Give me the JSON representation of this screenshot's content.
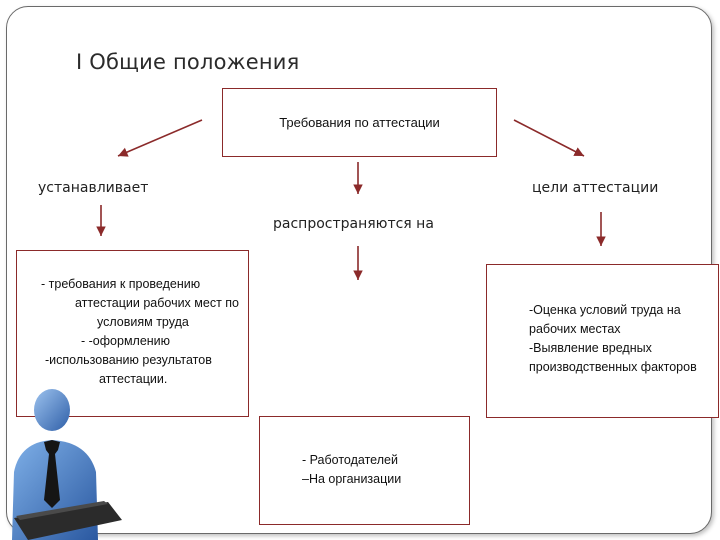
{
  "title": "I Общие положения",
  "top_box": {
    "text": "Требования по аттестации"
  },
  "labels": {
    "left": "устанавливает",
    "center": "распространяются на",
    "right": "цели аттестации"
  },
  "left_box": {
    "lines": [
      "-      требования к проведению",
      "аттестации рабочих мест по",
      "условиям труда",
      "-      -оформлению",
      "-использованию результатов",
      "аттестации."
    ]
  },
  "right_box": {
    "lines": [
      "-Оценка условий труда на",
      "рабочих местах",
      "-Выявление вредных",
      "производственных факторов"
    ]
  },
  "bottom_box": {
    "lines": [
      "- Работодателей",
      "–На организации"
    ]
  },
  "colors": {
    "border": "#8b2a2a",
    "arrow": "#8b2a2a",
    "figure": "#4a7fc4"
  },
  "icons": [
    "person-at-laptop-icon"
  ]
}
